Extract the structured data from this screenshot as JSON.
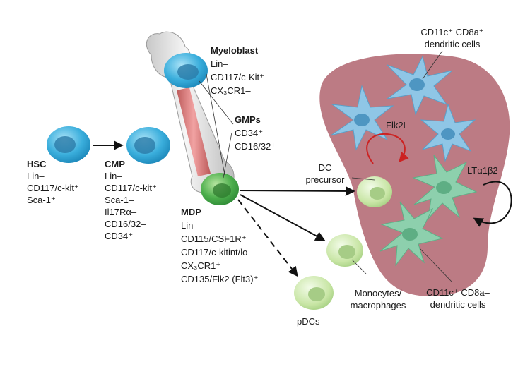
{
  "hsc": {
    "title": "HSC",
    "markers": [
      "Lin–",
      "CD117/c-kit⁺",
      "Sca-1⁺"
    ]
  },
  "cmp": {
    "title": "CMP",
    "markers": [
      "Lin–",
      "CD117/c-kit⁺",
      "Sca-1–",
      "Il17Rα–",
      "CD16/32–",
      "CD34⁺"
    ]
  },
  "myeloblast": {
    "title": "Myeloblast",
    "markers": [
      "Lin–",
      "CD117/c-Kit⁺",
      "CX₃CR1–"
    ]
  },
  "gmps": {
    "title": "GMPs",
    "markers": [
      "CD34⁺",
      "CD16/32⁺"
    ]
  },
  "mdp": {
    "title": "MDP",
    "markers": [
      "Lin–",
      "CD115/CSF1R⁺",
      "CD117/c-kitint/lo",
      "CX₃CR1⁺",
      "CD135/Flk2 (Flt3)⁺"
    ]
  },
  "cd8a_pos": {
    "lines": [
      "CD11c⁺ CD8a⁺",
      "dendritic cells"
    ]
  },
  "cd8a_neg": {
    "lines": [
      "CD11c⁺ CD8a–",
      "dendritic cells"
    ]
  },
  "flk2l": "Flk2L",
  "dc_precursor": {
    "lines": [
      "DC",
      "precursor"
    ]
  },
  "lta1b2": "LTα1β2",
  "monocytes": {
    "lines": [
      "Monocytes/",
      "macrophages"
    ]
  },
  "pdcs": "pDCs",
  "colors": {
    "progenitor_cell": "#3aaedc",
    "mdp_cell": "#4cae4c",
    "light_green_cell": "#c9e6a6",
    "blue_dc": "#8fc6e6",
    "green_dc": "#8dd0ad",
    "spleen": "#b8747d",
    "bone_marrow_red": "#d96b6b",
    "flk2l_arrow": "#cc2222"
  }
}
